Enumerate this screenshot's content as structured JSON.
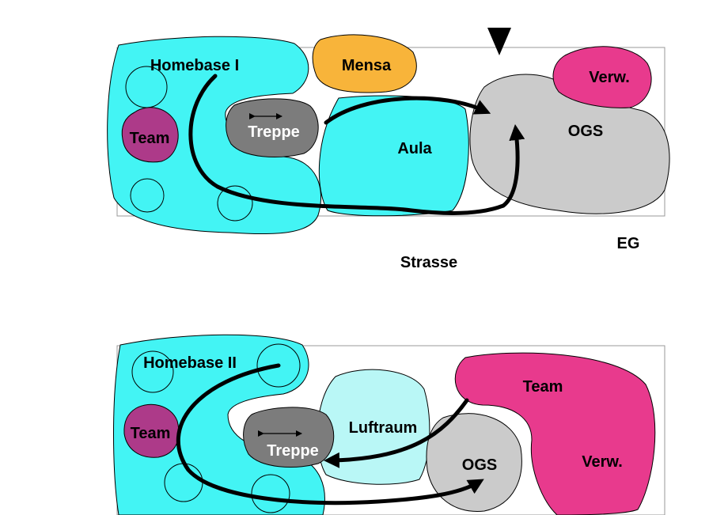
{
  "colors": {
    "homebase": "#43f4f4",
    "luftraum": "#b9f7f6",
    "mensa": "#f8b43a",
    "treppe": "#7c7c7c",
    "team_dark": "#ad3a89",
    "pink": "#e83a8d",
    "ogs": "#cbcbcb"
  },
  "eg": {
    "homebase": "Homebase I",
    "team": "Team",
    "treppe": "Treppe",
    "mensa": "Mensa",
    "aula": "Aula",
    "verw": "Verw.",
    "ogs": "OGS",
    "floor": "EG",
    "street": "Strasse"
  },
  "og": {
    "homebase": "Homebase II",
    "team_left": "Team",
    "treppe": "Treppe",
    "luftraum": "Luftraum",
    "team_right": "Team",
    "ogs": "OGS",
    "verw": "Verw."
  }
}
